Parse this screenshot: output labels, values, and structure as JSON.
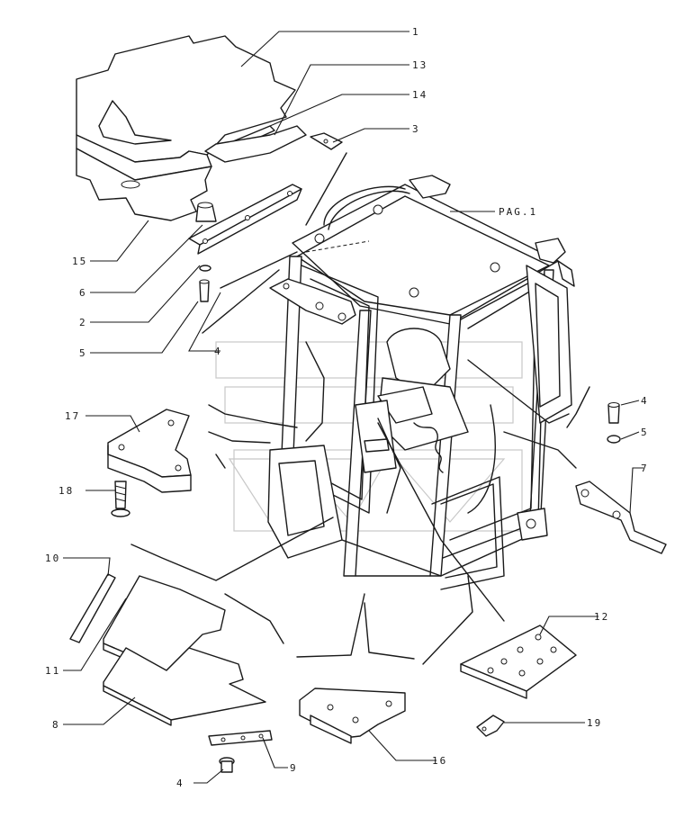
{
  "diagram": {
    "callouts": [
      {
        "id": "c1",
        "label": "1"
      },
      {
        "id": "c13",
        "label": "13"
      },
      {
        "id": "c14",
        "label": "14"
      },
      {
        "id": "c3",
        "label": "3"
      },
      {
        "id": "cpag",
        "label": "PAG.1"
      },
      {
        "id": "c15",
        "label": "15"
      },
      {
        "id": "c6",
        "label": "6"
      },
      {
        "id": "c2",
        "label": "2"
      },
      {
        "id": "c5a",
        "label": "5"
      },
      {
        "id": "c4a",
        "label": "4"
      },
      {
        "id": "c17",
        "label": "17"
      },
      {
        "id": "c18",
        "label": "18"
      },
      {
        "id": "c4b",
        "label": "4"
      },
      {
        "id": "c5b",
        "label": "5"
      },
      {
        "id": "c7",
        "label": "7"
      },
      {
        "id": "c10",
        "label": "10"
      },
      {
        "id": "c11",
        "label": "11"
      },
      {
        "id": "c8",
        "label": "8"
      },
      {
        "id": "c12",
        "label": "12"
      },
      {
        "id": "c9",
        "label": "9"
      },
      {
        "id": "c16",
        "label": "16"
      },
      {
        "id": "c19",
        "label": "19"
      },
      {
        "id": "c4c",
        "label": "4"
      }
    ]
  }
}
